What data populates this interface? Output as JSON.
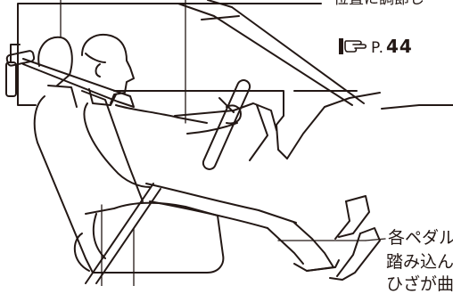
{
  "texts": {
    "top_line": "位置に調節し",
    "ref_prefix": "P.",
    "ref_page": "44",
    "pedal_line1": "各ペダル",
    "pedal_line2": "踏み込ん",
    "pedal_line3": "ひざが曲"
  },
  "icons": {
    "reference": "pointing-hand-icon"
  },
  "colors": {
    "line": "#231815",
    "background": "#ffffff"
  }
}
